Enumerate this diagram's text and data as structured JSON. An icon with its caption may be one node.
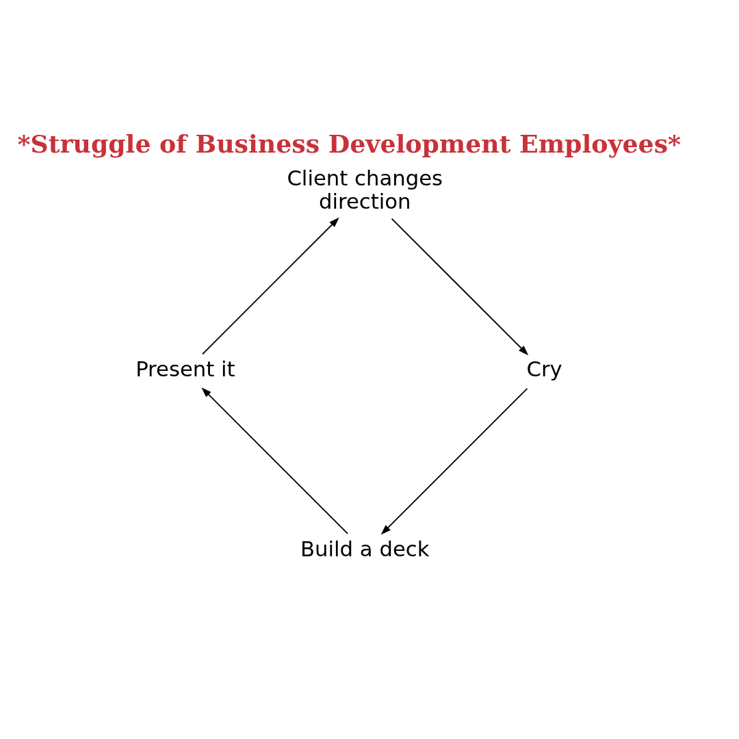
{
  "diagram": {
    "title": "*Struggle of Business Development Employees*",
    "nodes": [
      {
        "text": [
          "Build a deck"
        ]
      },
      {
        "text": [
          "Present it"
        ]
      },
      {
        "text": [
          "Client changes direction"
        ]
      },
      {
        "text": [
          "Cry"
        ]
      }
    ],
    "edges": [
      {
        "from": 0,
        "to": 1,
        "arrow": "to"
      },
      {
        "from": 1,
        "to": 2,
        "arrow": "to"
      },
      {
        "from": 2,
        "to": 3,
        "arrow": "to"
      },
      {
        "from": 3,
        "to": 0,
        "arrow": "to"
      }
    ]
  }
}
